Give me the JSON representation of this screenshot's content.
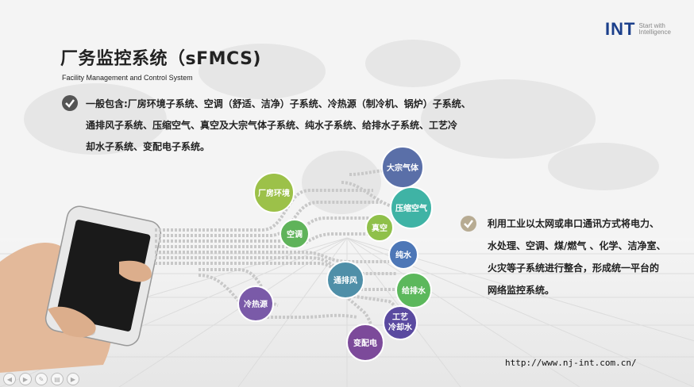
{
  "slide": {
    "title": "厂务监控系统（sFMCS)",
    "subtitle": "Facility Management and Control System",
    "logo": {
      "brand": "INT",
      "tagline_1": "Start with",
      "tagline_2": "Intelligence"
    },
    "paragraph1": {
      "line1": "一般包含:厂房环境子系统、空调（舒适、洁净）子系统、冷热源（制冷机、锅炉）子系统、",
      "line2": "通排风子系统、压缩空气、真空及大宗气体子系统、纯水子系统、给排水子系统、工艺冷",
      "line3": "却水子系统、变配电子系统。"
    },
    "paragraph2": {
      "line1": "利用工业以太网或串口通讯方式将电力、",
      "line2": "水处理、空调、煤/燃气 、化学、洁净室、",
      "line3": "火灾等子系统进行整合，形成统一平台的",
      "line4": "网络监控系统。"
    },
    "url": "http://www.nj-int.com.cn/",
    "nodes": [
      {
        "label": "大宗气体",
        "color": "#5a6fa8"
      },
      {
        "label": "厂房环境",
        "color": "#9cc149"
      },
      {
        "label": "压缩空气",
        "color": "#3fb3a5"
      },
      {
        "label": "空调",
        "color": "#5fb35a"
      },
      {
        "label": "真空",
        "color": "#8fc04a"
      },
      {
        "label": "纯水",
        "color": "#4d77b7"
      },
      {
        "label": "通排风",
        "color": "#4f8fa8"
      },
      {
        "label": "给排水",
        "color": "#5cb85c"
      },
      {
        "label": "冷热源",
        "color": "#7a5aa8"
      },
      {
        "label": "工艺",
        "label2": "冷却水",
        "color": "#5a4aa0"
      },
      {
        "label": "变配电",
        "color": "#7c4a9a"
      }
    ],
    "nav_icons": [
      "prev-icon",
      "play-icon",
      "pen-icon",
      "menu-icon",
      "next-icon"
    ]
  }
}
